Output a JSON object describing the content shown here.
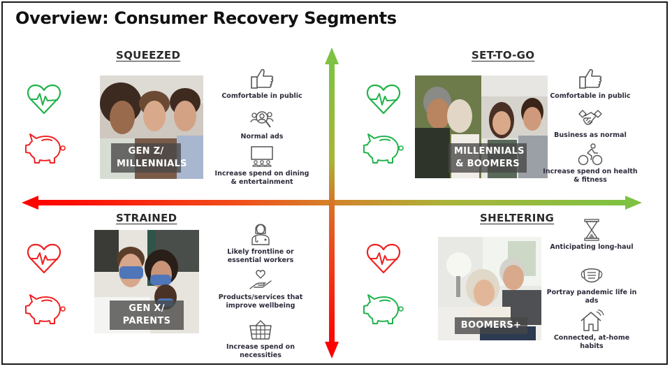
{
  "title": "Overview: Consumer Recovery Segments",
  "colors": {
    "positive": "#21b24b",
    "negative": "#ee2222",
    "axis_green": "#7dc242",
    "axis_red": "#ff0000",
    "icon_gray": "#555555",
    "text_dark": "#2e2a3a"
  },
  "axes": {
    "vertical": {
      "top": "positive",
      "bottom": "negative"
    },
    "horizontal": {
      "left": "negative",
      "right": "positive"
    }
  },
  "segments": [
    {
      "id": "squeezed",
      "title": "SQUEEZED",
      "quadrant": "top-left",
      "health_status": "positive",
      "finance_status": "negative",
      "photo_label_line1": "GEN Z/",
      "photo_label_line2": "MILLENNIALS",
      "traits": [
        {
          "icon": "thumbs-up-icon",
          "text": "Comfortable in public"
        },
        {
          "icon": "audience-search-icon",
          "text": "Normal ads"
        },
        {
          "icon": "cinema-screen-icon",
          "text": "Increase spend on dining & entertainment"
        }
      ]
    },
    {
      "id": "set-to-go",
      "title": "SET-TO-GO",
      "quadrant": "top-right",
      "health_status": "positive",
      "finance_status": "positive",
      "photo_label_line1": "MILLENNIALS",
      "photo_label_line2": "& BOOMERS",
      "traits": [
        {
          "icon": "thumbs-up-icon",
          "text": "Comfortable in public"
        },
        {
          "icon": "handshake-icon",
          "text": "Business as normal"
        },
        {
          "icon": "cyclist-icon",
          "text": "Increase spend on health & fitness"
        }
      ]
    },
    {
      "id": "strained",
      "title": "STRAINED",
      "quadrant": "bottom-left",
      "health_status": "negative",
      "finance_status": "negative",
      "photo_label_line1": "GEN X/",
      "photo_label_line2": "PARENTS",
      "traits": [
        {
          "icon": "healthcare-worker-icon",
          "text": "Likely frontline or essential workers"
        },
        {
          "icon": "heart-in-hand-icon",
          "text": "Products/services that improve wellbeing"
        },
        {
          "icon": "shopping-basket-icon",
          "text": "Increase spend on necessities"
        }
      ]
    },
    {
      "id": "sheltering",
      "title": "SHELTERING",
      "quadrant": "bottom-right",
      "health_status": "negative",
      "finance_status": "positive",
      "photo_label_line1": "BOOMERS+",
      "photo_label_line2": "",
      "traits": [
        {
          "icon": "hourglass-icon",
          "text": "Anticipating long-haul"
        },
        {
          "icon": "face-mask-icon",
          "text": "Portray pandemic life in ads"
        },
        {
          "icon": "smart-home-icon",
          "text": "Connected, at-home habits"
        }
      ]
    }
  ]
}
